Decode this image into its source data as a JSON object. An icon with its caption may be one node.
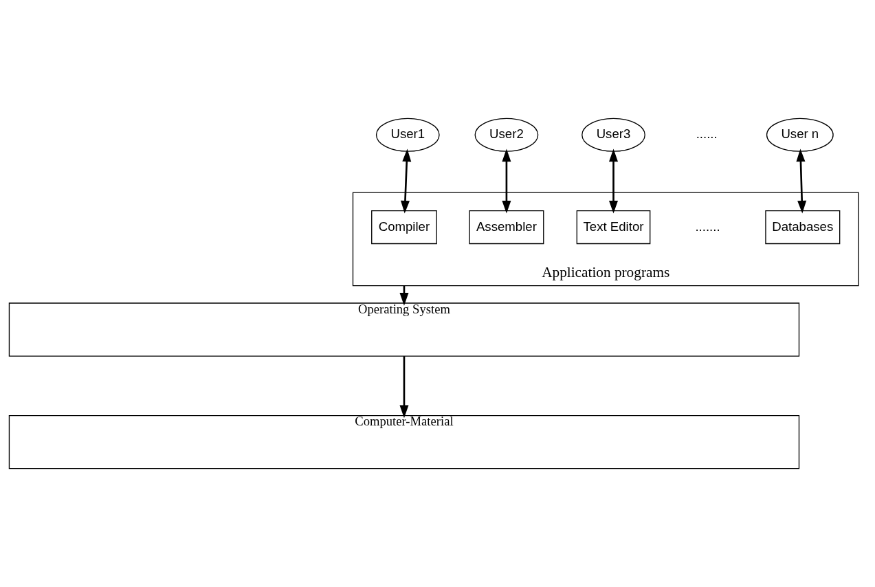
{
  "diagram": {
    "nodes": [
      {
        "text": [
          "User1"
        ]
      },
      {
        "text": [
          "User2"
        ]
      },
      {
        "text": [
          "User3"
        ]
      },
      {
        "text": [
          "User n"
        ]
      },
      {
        "text": [
          "Application programs"
        ]
      },
      {
        "text": [
          "Compiler"
        ],
        "in": 4
      },
      {
        "text": [
          "Assembler"
        ],
        "in": 4
      },
      {
        "text": [
          "Text Editor"
        ],
        "in": 4
      },
      {
        "text": [
          "Databases"
        ],
        "in": 4
      },
      {
        "text": [
          "Operating System"
        ]
      },
      {
        "text": [
          "Computer-Material"
        ]
      }
    ],
    "edges": [
      {
        "from": 0,
        "to": 5,
        "arrow": "both"
      },
      {
        "from": 1,
        "to": 6,
        "arrow": "both"
      },
      {
        "from": 2,
        "to": 7,
        "arrow": "both"
      },
      {
        "from": 3,
        "to": 8,
        "arrow": "both"
      },
      {
        "from": 4,
        "to": 9,
        "arrow": "to"
      },
      {
        "from": 9,
        "to": 10,
        "arrow": "to"
      }
    ],
    "labels": [
      "......",
      "......."
    ]
  }
}
